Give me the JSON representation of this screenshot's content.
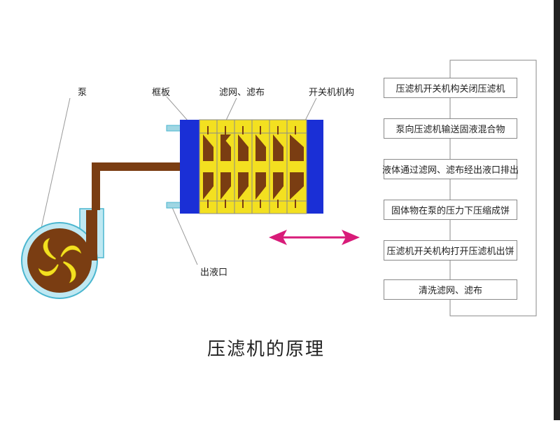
{
  "labels": {
    "pump": "泵",
    "frame_plate": "框板",
    "filter_cloth": "滤网、滤布",
    "switch_mechanism": "开关机机构",
    "outlet": "出液口"
  },
  "steps": [
    "压滤机开关机构关闭压滤机",
    "泵向压滤机输送固液混合物",
    "液体通过滤网、滤布经出液口排出",
    "固体物在泵的压力下压缩成饼",
    "压滤机开关机构打开压滤机出饼",
    "清洗滤网、滤布"
  ],
  "title": "压滤机的原理",
  "colors": {
    "slurry": "#7a3d12",
    "plate_blue": "#1a2fd6",
    "chamber_yellow": "#f3e020",
    "pump_casing": "#bfe8f2",
    "pump_outline": "#4ab6cf",
    "arrow": "#d81b79"
  }
}
